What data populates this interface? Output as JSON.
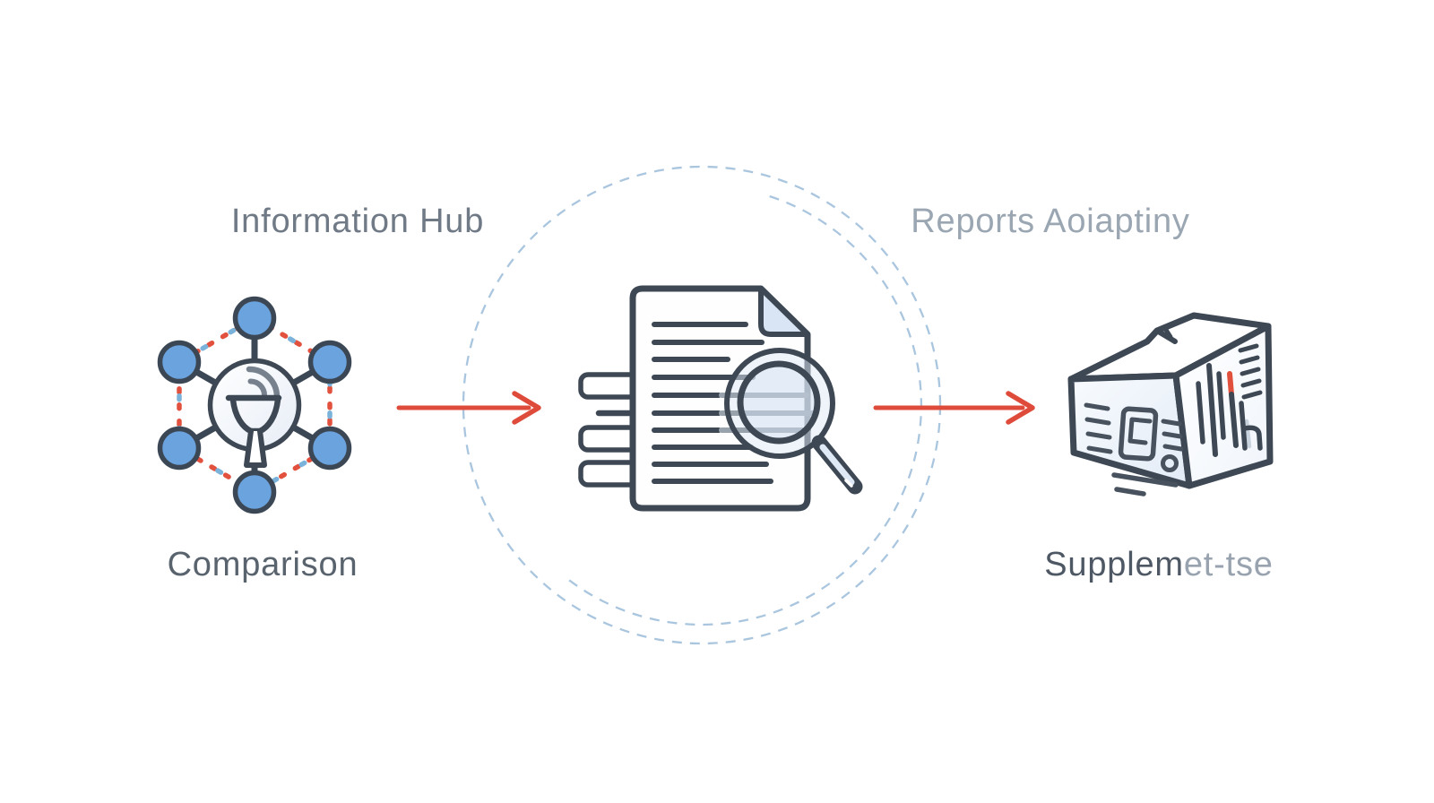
{
  "colors": {
    "background": "#ffffff",
    "arrow_red": "#df4b3a",
    "node_blue": "#6aa3dd",
    "outline_dark": "#3d4854",
    "dashed_circle_blue": "#aac6df",
    "accent_red_dash": "#e2513d",
    "accent_blue_dash": "#7ab2da",
    "lens_tint": "#dce8f5",
    "hub_title_gray": "#6f7a86",
    "hub_caption_gray": "#59636e",
    "package_title_gray": "#9aa6b2",
    "package_caption_dark": "#4e5864",
    "package_caption_light": "#98a3af"
  },
  "nodes": {
    "left": {
      "title": "Information Hub",
      "caption": "Comparison",
      "icon": "network-hub-icon"
    },
    "center": {
      "icon": "document-search-icon"
    },
    "right": {
      "title": "Reports Aoiaptiny",
      "caption": "Supplemet-tse",
      "caption_part1": "Supplem",
      "caption_part2": "et-tse",
      "icon": "package-box-icon"
    }
  },
  "connectors": [
    {
      "icon": "arrow-right-icon",
      "from": "left",
      "to": "center"
    },
    {
      "icon": "arrow-right-icon",
      "from": "center",
      "to": "right"
    }
  ]
}
